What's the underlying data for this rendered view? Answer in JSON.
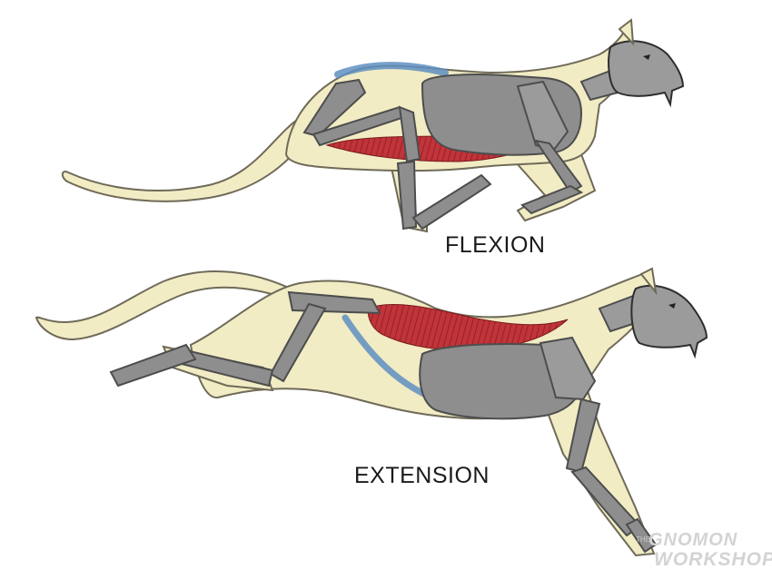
{
  "labels": {
    "top_pose": "FLEXION",
    "bottom_pose": "EXTENSION"
  },
  "watermark": {
    "small": "THE",
    "line1": "GNOMON",
    "line2": "WORKSHOP"
  },
  "colors": {
    "body_fill": "#f1ecc4",
    "outline": "#6f6a58",
    "skeleton": "#8e8e8e",
    "skeleton_dark": "#4d4d4d",
    "muscle": "#b5272c",
    "sinew": "#5f8fc2",
    "label_text": "#1a1a1a"
  }
}
